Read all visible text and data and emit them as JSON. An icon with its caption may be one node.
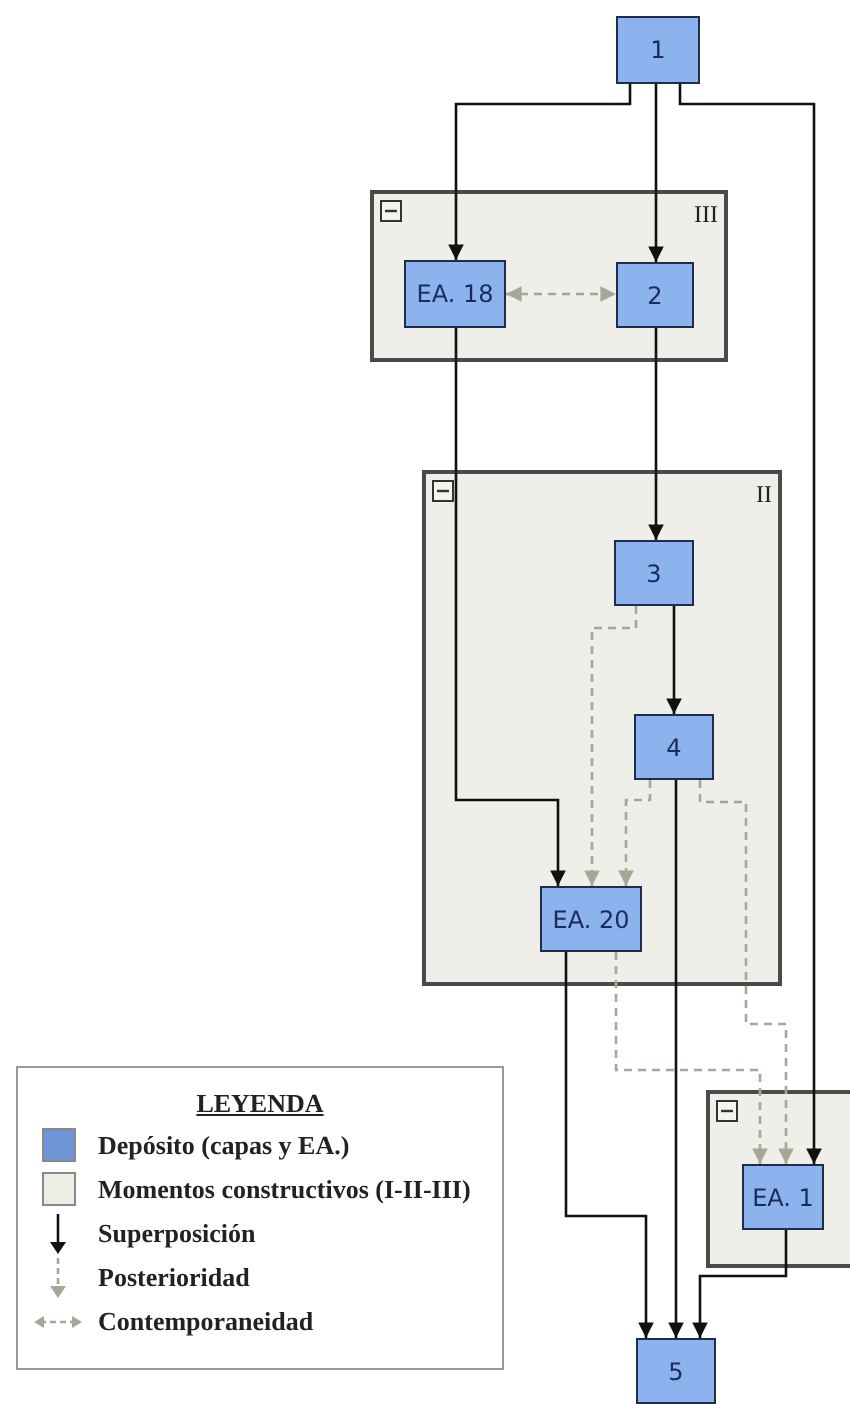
{
  "diagram": {
    "nodes": [
      {
        "text": [
          "1"
        ]
      },
      {
        "text": [
          "III"
        ]
      },
      {
        "text": [
          "EA. 18"
        ],
        "in": 1
      },
      {
        "text": [
          "2"
        ],
        "in": 1
      },
      {
        "text": [
          "II"
        ]
      },
      {
        "text": [
          "3"
        ],
        "in": 4
      },
      {
        "text": [
          "4"
        ],
        "in": 4
      },
      {
        "text": [
          "EA. 20"
        ],
        "in": 4
      },
      {
        "text": [],
        "shape": "box"
      },
      {
        "text": [
          "EA. 1"
        ],
        "in": 8
      },
      {
        "text": [
          "5"
        ]
      }
    ],
    "edges": [
      {
        "from": 0,
        "to": 2,
        "arrow": "to"
      },
      {
        "from": 0,
        "to": 3,
        "arrow": "to"
      },
      {
        "from": 0,
        "to": 9,
        "arrow": "to"
      },
      {
        "from": 2,
        "to": 3,
        "arrow": "both",
        "style": "dashed",
        "color": "#a6a794"
      },
      {
        "from": 2,
        "to": 7,
        "arrow": "to"
      },
      {
        "from": 3,
        "to": 5,
        "arrow": "to"
      },
      {
        "from": 5,
        "to": 6,
        "arrow": "to"
      },
      {
        "from": 5,
        "to": 7,
        "arrow": "to",
        "style": "dashed",
        "color": "#a6a794"
      },
      {
        "from": 6,
        "to": 7,
        "arrow": "to",
        "style": "dashed",
        "color": "#a6a794"
      },
      {
        "from": 6,
        "to": 9,
        "arrow": "to",
        "style": "dashed",
        "color": "#a6a794"
      },
      {
        "from": 7,
        "to": 9,
        "arrow": "to",
        "style": "dashed",
        "color": "#a6a794"
      },
      {
        "from": 6,
        "to": 10,
        "arrow": "to"
      },
      {
        "from": 7,
        "to": 10,
        "arrow": "to"
      },
      {
        "from": 9,
        "to": 10,
        "arrow": "to"
      }
    ],
    "labels": [
      "LEYENDA"
    ],
    "legend": [
      {
        "text": "Depósito (capas y EA.)",
        "color": "#6f95d6"
      },
      {
        "text": "Momentos constructivos (I-II-III)",
        "color": "#eeede4"
      },
      {
        "text": "Superposición"
      },
      {
        "text": "Posterioridad"
      },
      {
        "text": "Contemporaneidad"
      }
    ]
  }
}
